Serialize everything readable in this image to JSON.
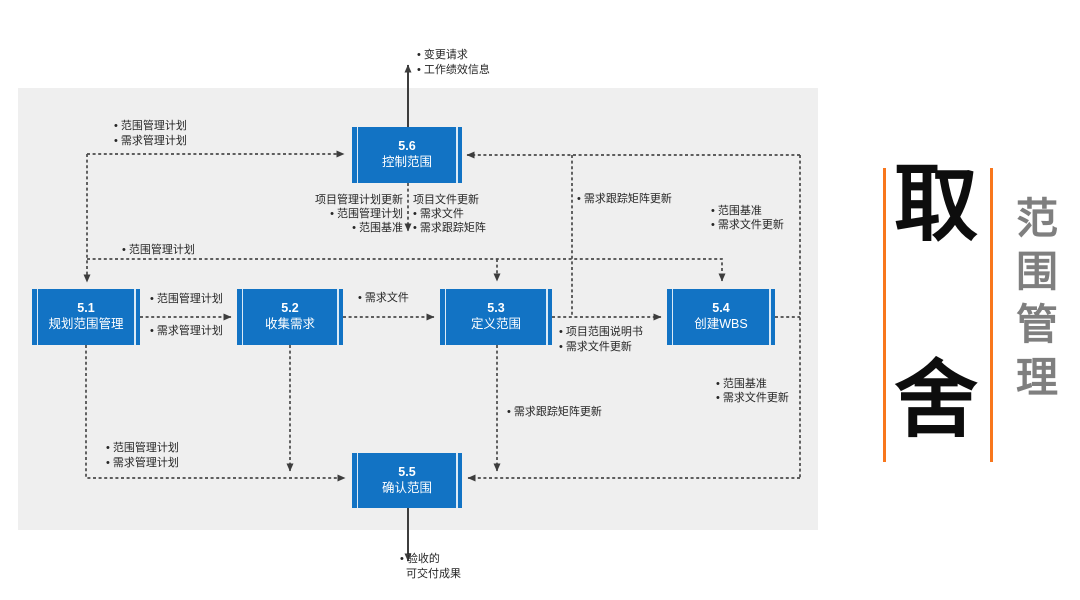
{
  "boxes": [
    {
      "num": "5.1",
      "name": "规划范围管理"
    },
    {
      "num": "5.2",
      "name": "收集需求"
    },
    {
      "num": "5.3",
      "name": "定义范围"
    },
    {
      "num": "5.4",
      "name": "创建WBS"
    },
    {
      "num": "5.5",
      "name": "确认范围"
    },
    {
      "num": "5.6",
      "name": "控制范围"
    }
  ],
  "labels": {
    "out_top_1": "• 变更请求",
    "out_top_2": "• 工作绩效信息",
    "in_56_1": "• 范围管理计划",
    "in_56_2": "• 需求管理计划",
    "upd_plan_title": "项目管理计划更新",
    "upd_plan_1": "• 范围管理计划",
    "upd_plan_2": "• 范围基准",
    "upd_doc_title": "项目文件更新",
    "upd_doc_1": "• 需求文件",
    "upd_doc_2": "• 需求跟踪矩阵",
    "rail_plan": "• 范围管理计划",
    "rtm_top": "• 需求跟踪矩阵更新",
    "base_up_1": "• 范围基准",
    "base_up_2": "• 需求文件更新",
    "l12_a": "• 范围管理计划",
    "l12_b": "• 需求管理计划",
    "l23": "• 需求文件",
    "l34_1": "• 项目范围说明书",
    "l34_2": "• 需求文件更新",
    "base_dn_1": "• 范围基准",
    "base_dn_2": "• 需求文件更新",
    "rtm_bottom": "• 需求跟踪矩阵更新",
    "in_55_1": "• 范围管理计划",
    "in_55_2": "• 需求管理计划",
    "out_55_1": "• 验收的",
    "out_55_2": "可交付成果"
  },
  "side": {
    "big_top": "取",
    "big_bottom": "舍",
    "vertical_title": "范围管理"
  },
  "colors": {
    "box_blue": "#1273c4",
    "panel_gray": "#efefef",
    "accent_orange": "#f8771d",
    "line_gray": "#4a4a4a",
    "side_text_gray": "#7f7f7f"
  }
}
